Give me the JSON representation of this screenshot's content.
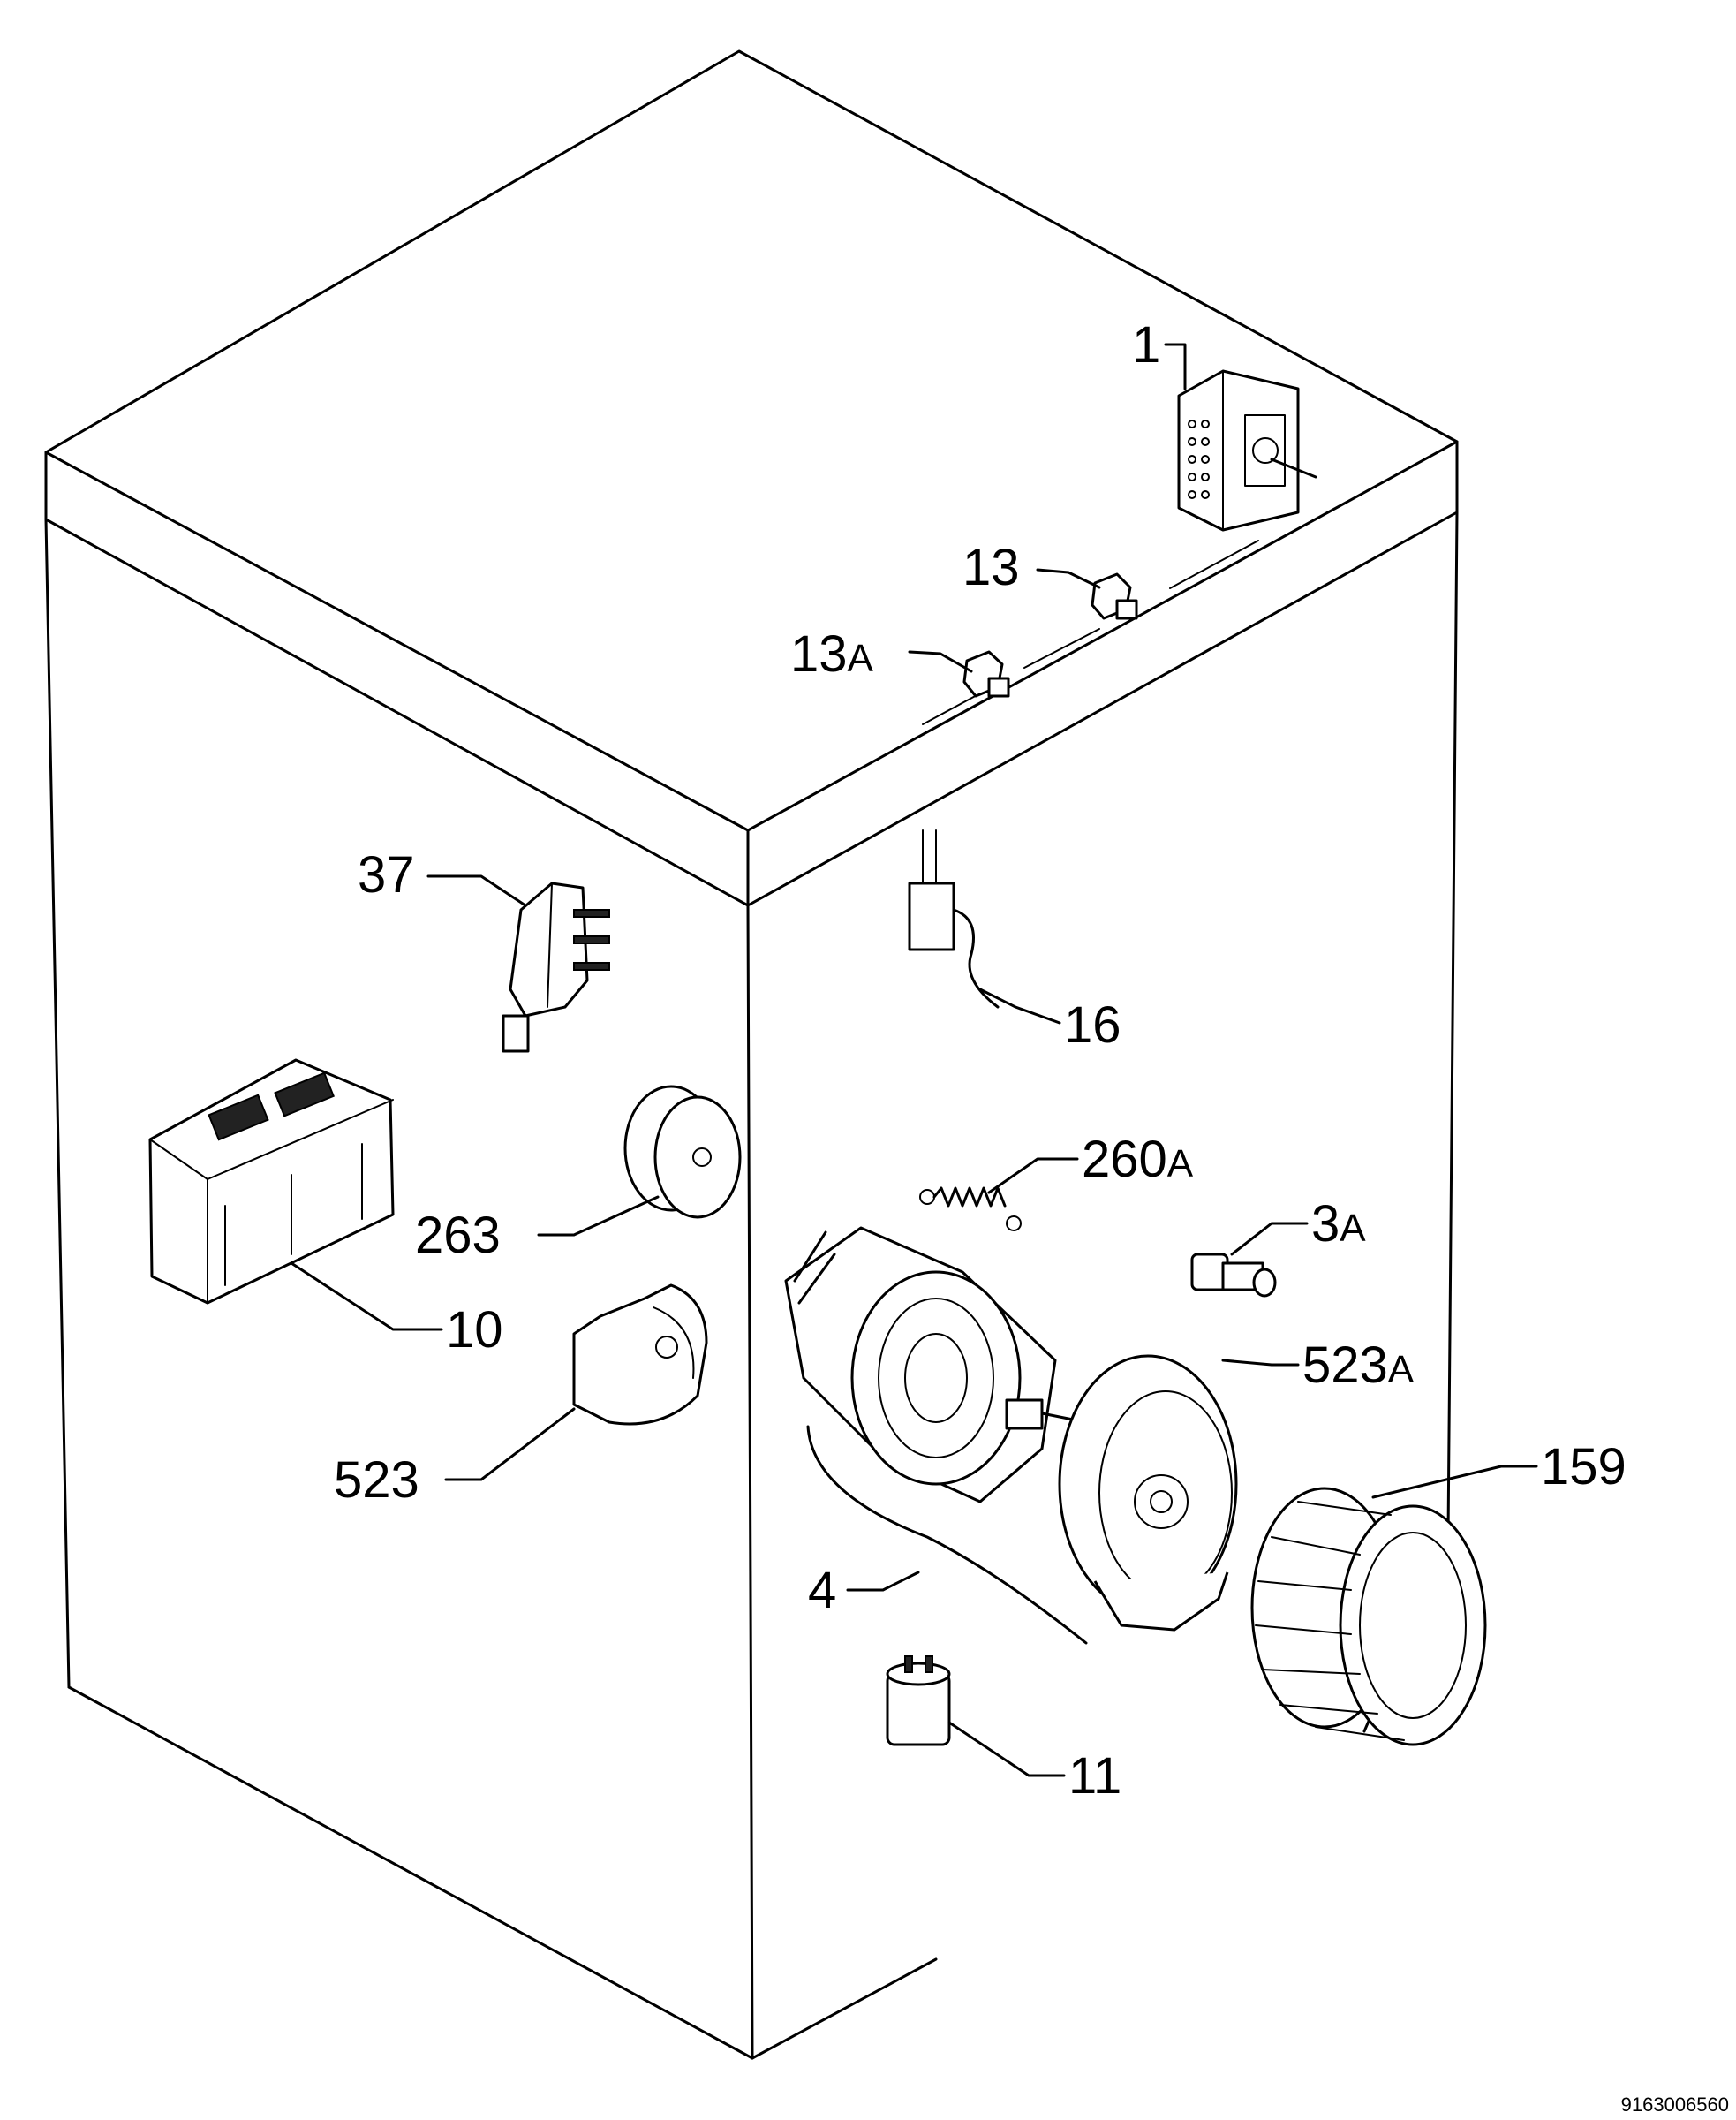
{
  "callouts": {
    "c1": "1",
    "c13": "13",
    "c13a_num": "13",
    "c13a_suf": "A",
    "c37": "37",
    "c16": "16",
    "c260a_num": "260",
    "c260a_suf": "A",
    "c263": "263",
    "c3a_num": "3",
    "c3a_suf": "A",
    "c10": "10",
    "c523a_num": "523",
    "c523a_suf": "A",
    "c523": "523",
    "c159": "159",
    "c4": "4",
    "c11": "11"
  },
  "document_id": "9163006560"
}
